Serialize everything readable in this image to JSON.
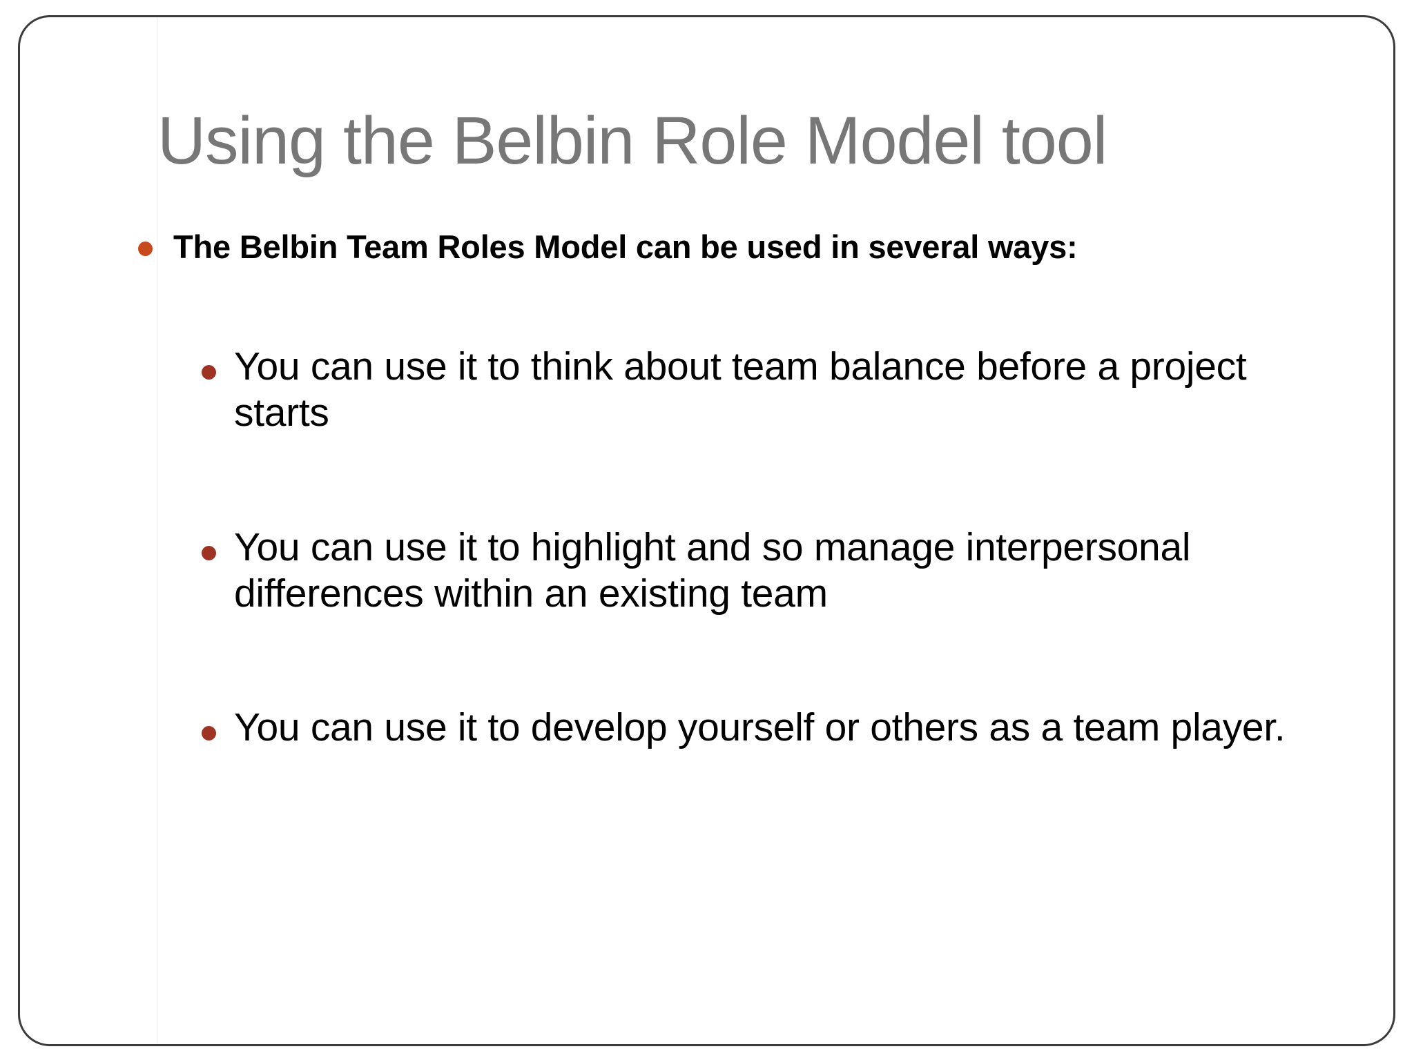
{
  "slide": {
    "title": "Using the Belbin Role Model tool",
    "title_color": "#777777",
    "background_color": "#ffffff",
    "border_color": "#3b3b3b",
    "bullets": {
      "level1": {
        "marker_color": "#C8491C",
        "text": "The Belbin Team Roles Model can be used in several ways:"
      },
      "level2": {
        "marker_color": "#9E3223",
        "items": [
          "You can use it to think about team balance before a project starts",
          "You can use it to highlight and so manage interpersonal differences within an existing team",
          "You can use it to develop yourself or others as a team player."
        ]
      }
    }
  }
}
